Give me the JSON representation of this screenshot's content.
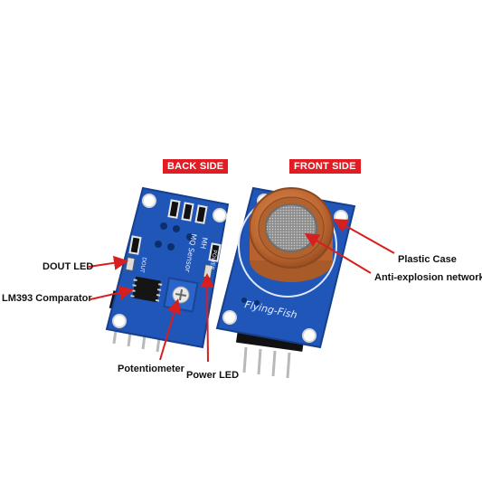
{
  "header_tags": {
    "back": "BACK SIDE",
    "front": "FRONT SIDE"
  },
  "callouts": {
    "dout_led": "DOUT LED",
    "comparator": "LM393 Comparator",
    "potentiometer": "Potentiometer",
    "power_led": "Power LED",
    "plastic_case": "Plastic Case",
    "anti_explosion": "Anti-explosion network"
  },
  "board_silkscreen": {
    "model": "MQ Sensor",
    "mh": "MH",
    "dout": "DOUT",
    "power": "POWER",
    "brand": "Flying-Fish"
  },
  "colors": {
    "tag_background": "#e31b23",
    "pcb_blue": "#1f56b8",
    "sensor_case": "#c8703a",
    "callout_arrow": "#d81e1e"
  }
}
